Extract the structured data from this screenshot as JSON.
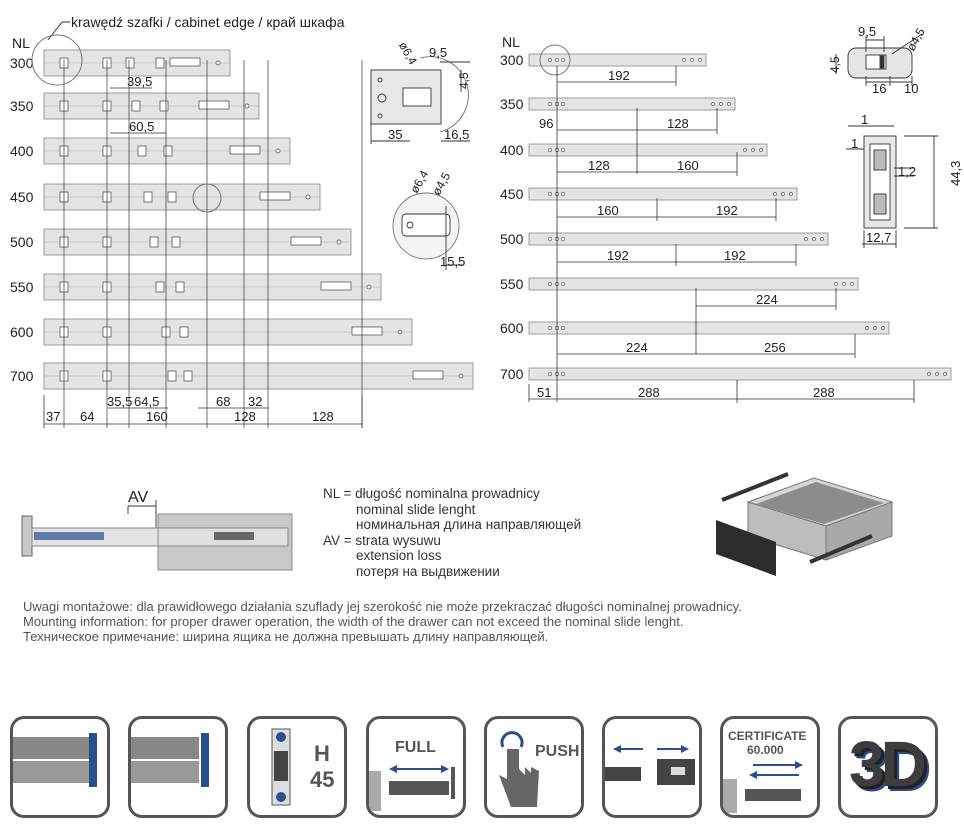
{
  "caption": "krawędź szafki / cabinet edge / край шкафа",
  "left_diagram": {
    "nl_header": "NL",
    "rows": [
      "300",
      "350",
      "400",
      "450",
      "500",
      "550",
      "600",
      "700"
    ],
    "dims_inline": [
      "39,5",
      "60,5"
    ],
    "bottom_dims": [
      "37",
      "64",
      "35,5",
      "64,5",
      "160",
      "68",
      "32",
      "128",
      "128"
    ],
    "detail_top": [
      "ø6,4",
      "9,5",
      "4,5",
      "35",
      "16,5"
    ],
    "detail_round": [
      "ø6,4",
      "ø4,5",
      "15,5"
    ]
  },
  "right_diagram": {
    "nl_header": "NL",
    "rows": [
      "300",
      "350",
      "400",
      "450",
      "500",
      "550",
      "600",
      "700"
    ],
    "dims": {
      "r300": [
        "192"
      ],
      "r350": [
        "96",
        "128"
      ],
      "r400": [
        "128",
        "160"
      ],
      "r450": [
        "160",
        "192"
      ],
      "r500": [
        "192",
        "192"
      ],
      "r550": [
        "224"
      ],
      "r600": [
        "224",
        "256"
      ],
      "r700": [
        "51",
        "288",
        "288"
      ]
    },
    "profile_top": [
      "9,5",
      "ø4,5",
      "4,5",
      "16",
      "10"
    ],
    "profile_side": [
      "1",
      "1",
      "1,2",
      "44,3",
      "12,7"
    ]
  },
  "av_label": "AV",
  "legend": {
    "nl_line1": "NL = długość nominalna prowadnicy",
    "nl_line2": "nominal slide lenght",
    "nl_line3": "номинальная длина направляющей",
    "av_line1": "AV = strata wysuwu",
    "av_line2": "extension loss",
    "av_line3": "потеря на выдвижении"
  },
  "notes": {
    "pl": "Uwagi montażowe: dla prawidłowego działania szuflady jej szerokość nie może przekraczać długości nominalnej prowadnicy.",
    "en": "Mounting information: for proper drawer operation, the width of the drawer can not exceed the nominal slide lenght.",
    "ru": "Техническое примечание: ширина ящика не должна превышать длину направляющей."
  },
  "icons": [
    {
      "name": "rail-extended-icon"
    },
    {
      "name": "rail-closed-icon"
    },
    {
      "name": "height-icon",
      "label": "H",
      "value": "45"
    },
    {
      "name": "full-extension-icon",
      "label": "FULL"
    },
    {
      "name": "push-icon",
      "label": "PUSH"
    },
    {
      "name": "removable-slide-icon"
    },
    {
      "name": "certificate-icon",
      "label": "CERTIFICATE",
      "value": "60.000"
    },
    {
      "name": "3d-icon",
      "label": "3D"
    }
  ],
  "colors": {
    "accent_blue": "#2a4f8f",
    "slide_fill": "#e4e4e4",
    "line": "#333333",
    "icon_border": "#555555"
  }
}
